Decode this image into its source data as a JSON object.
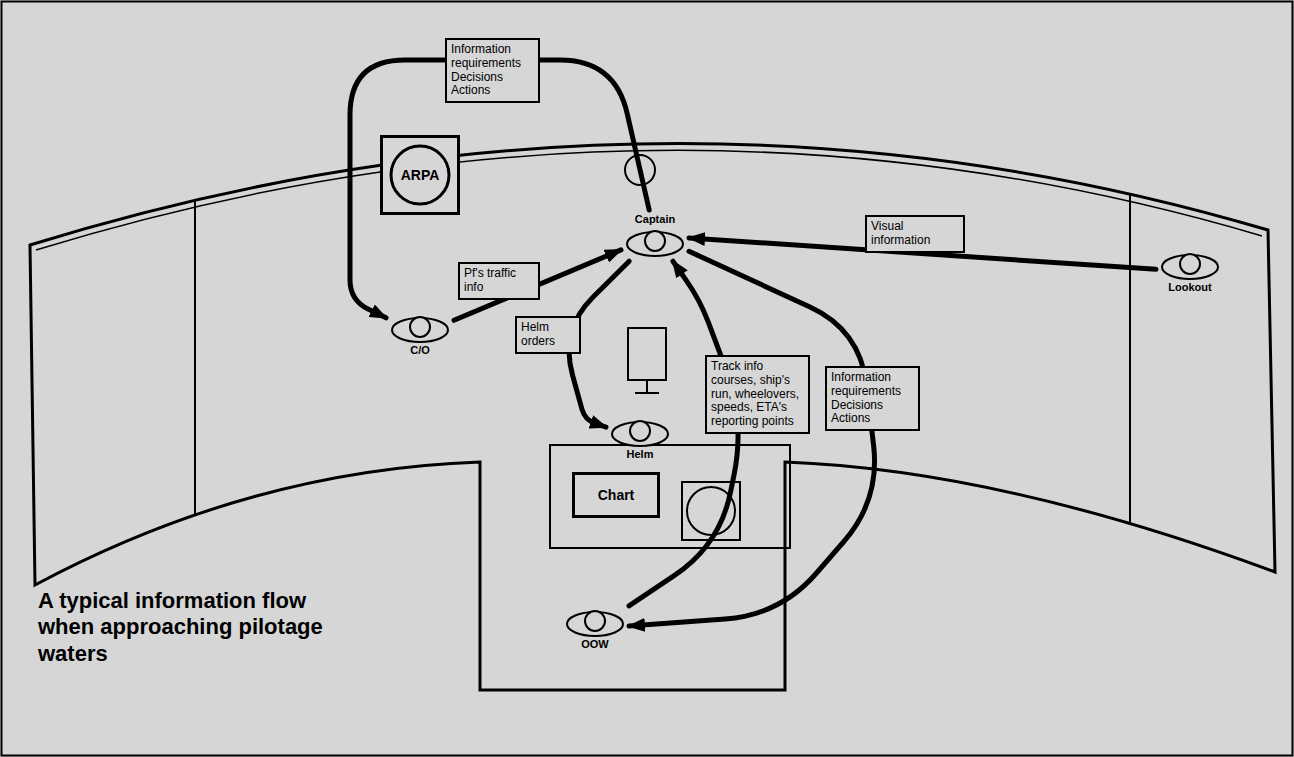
{
  "diagram": {
    "title": "A typical information flow when approaching pilotage waters",
    "nodes": [
      {
        "text": [
          "ARPA"
        ]
      },
      {
        "text": [
          "Captain"
        ]
      },
      {
        "text": [
          "C/O"
        ]
      },
      {
        "text": [
          "Lookout"
        ]
      },
      {
        "text": [
          "Helm"
        ]
      },
      {
        "text": [
          "Chart"
        ]
      },
      {
        "text": [
          "OOW"
        ]
      }
    ],
    "edges": [
      {
        "from": 1,
        "to": 2,
        "arrow": "to",
        "label": "Information requirements Decisions Actions"
      },
      {
        "from": 2,
        "to": 1,
        "arrow": "to",
        "label": "Pf's traffic info"
      },
      {
        "from": 3,
        "to": 1,
        "arrow": "to",
        "label": "Visual information"
      },
      {
        "from": 1,
        "to": 4,
        "arrow": "to",
        "label": "Helm orders"
      },
      {
        "from": 6,
        "to": 1,
        "arrow": "to",
        "label": "Track info courses, ship's run, wheelovers, speeds, ETA's reporting points"
      },
      {
        "from": 1,
        "to": 6,
        "arrow": "to",
        "label": "Information requirements Decisions Actions"
      }
    ]
  }
}
